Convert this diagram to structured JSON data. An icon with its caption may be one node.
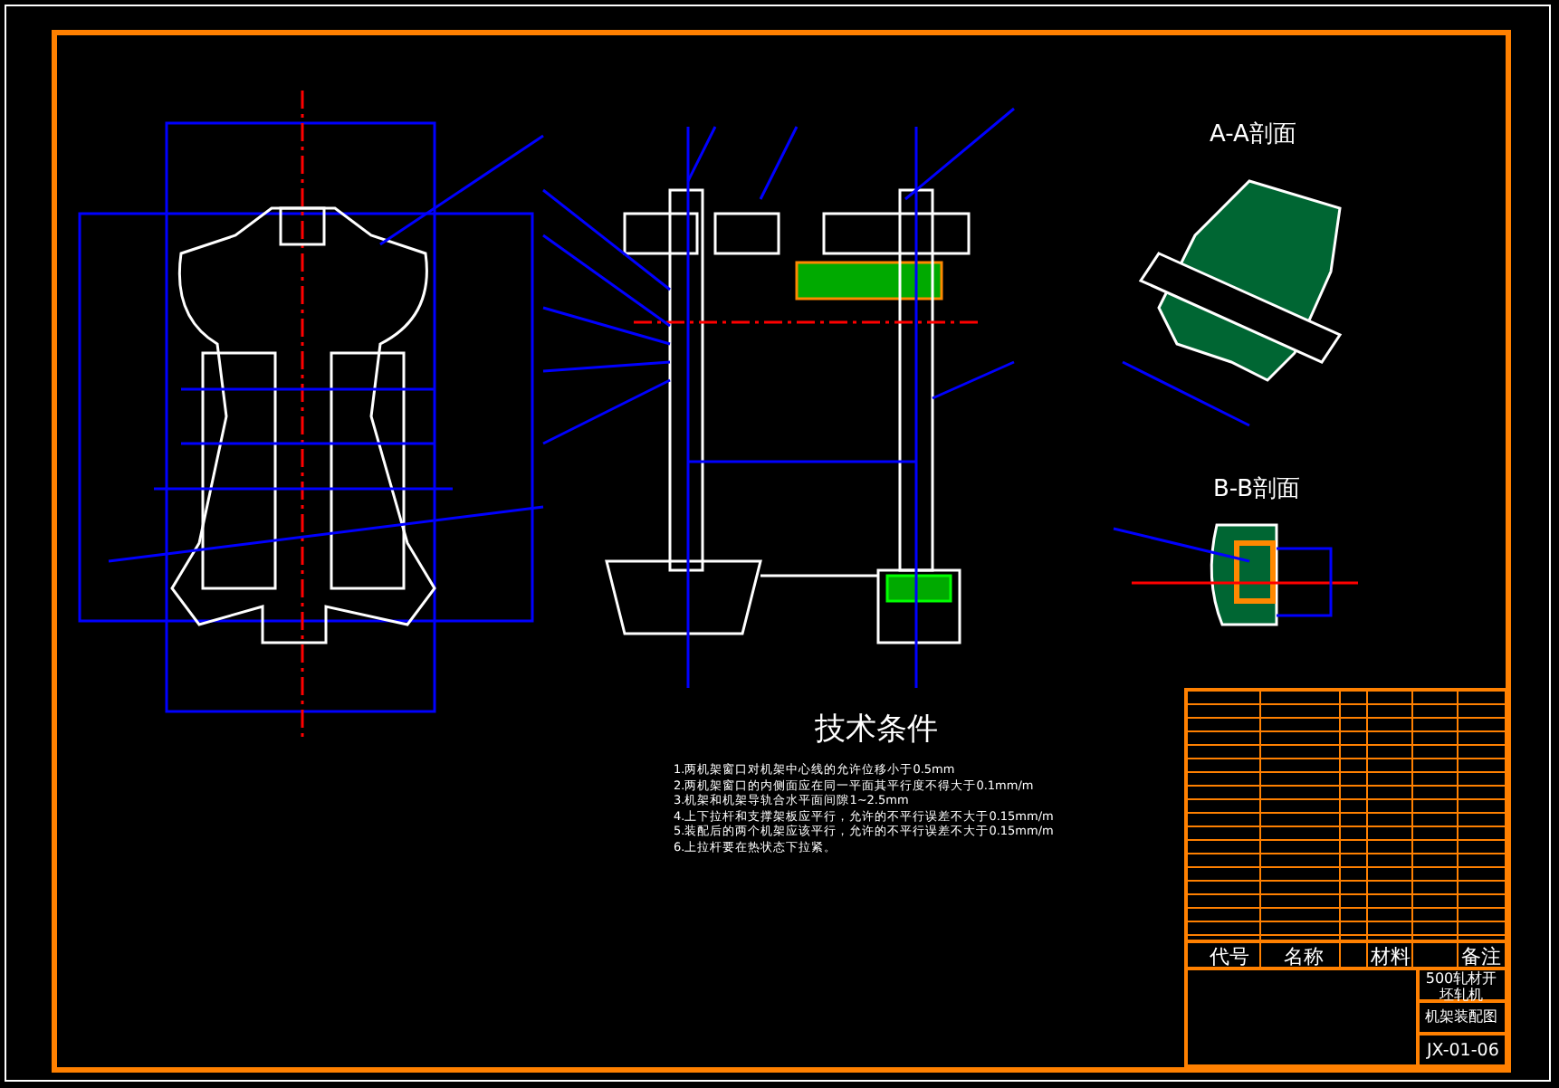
{
  "diagram": {
    "labels": [
      "A-A剖面",
      "B-B剖面",
      "技术条件",
      "1.两机架窗口对机架中心线的允许位移小于0.5mm",
      "2.两机架窗口的内侧面应在同一平面其平行度不得大于0.1mm/m",
      "3.机架和机架导轨合水平面间隙1~2.5mm",
      "4.上下拉杆和支撑架板应平行，允许的不平行误差不大于0.15mm/m",
      "5.装配后的两个机架应该平行，允许的不平行误差不大于0.15mm/m",
      "6.上拉杆要在热状态下拉紧。",
      "代号",
      "名称",
      "材料",
      "备注",
      "500轧材开坯轧机",
      "机架装配图",
      "JX-01-06"
    ]
  }
}
